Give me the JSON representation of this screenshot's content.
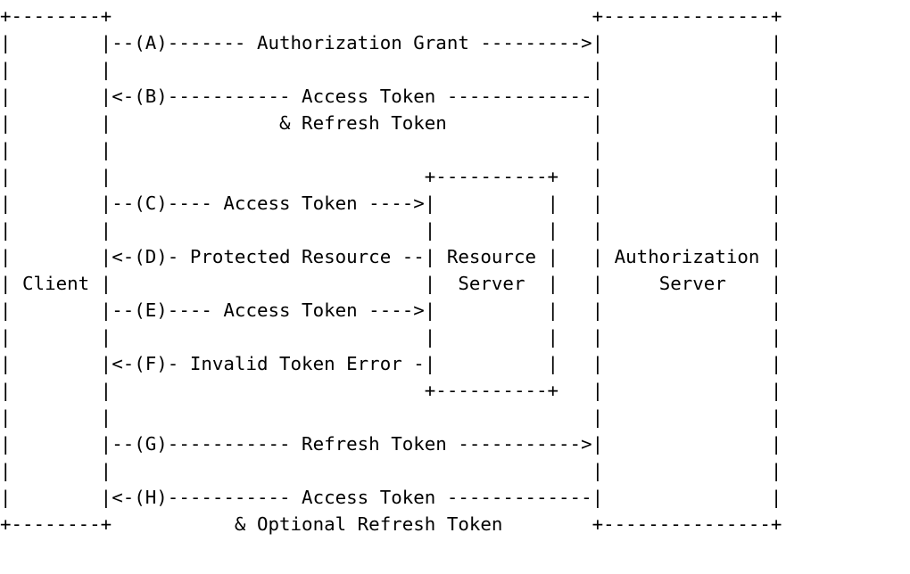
{
  "diagram": {
    "lines": [
      "+--------+                                           +---------------+",
      "|        |--(A)------- Authorization Grant --------->|               |",
      "|        |                                           |               |",
      "|        |<-(B)----------- Access Token -------------|               |",
      "|        |               & Refresh Token             |               |",
      "|        |                                           |               |",
      "|        |                            +----------+   |               |",
      "|        |--(C)---- Access Token ---->|          |   |               |",
      "|        |                            |          |   |               |",
      "|        |<-(D)- Protected Resource --| Resource |   | Authorization |",
      "| Client |                            |  Server  |   |     Server    |",
      "|        |--(E)---- Access Token ---->|          |   |               |",
      "|        |                            |          |   |               |",
      "|        |<-(F)- Invalid Token Error -|          |   |               |",
      "|        |                            +----------+   |               |",
      "|        |                                           |               |",
      "|        |--(G)----------- Refresh Token ----------->|               |",
      "|        |                                           |               |",
      "|        |<-(H)----------- Access Token -------------|               |",
      "+--------+           & Optional Refresh Token        +---------------+"
    ]
  }
}
